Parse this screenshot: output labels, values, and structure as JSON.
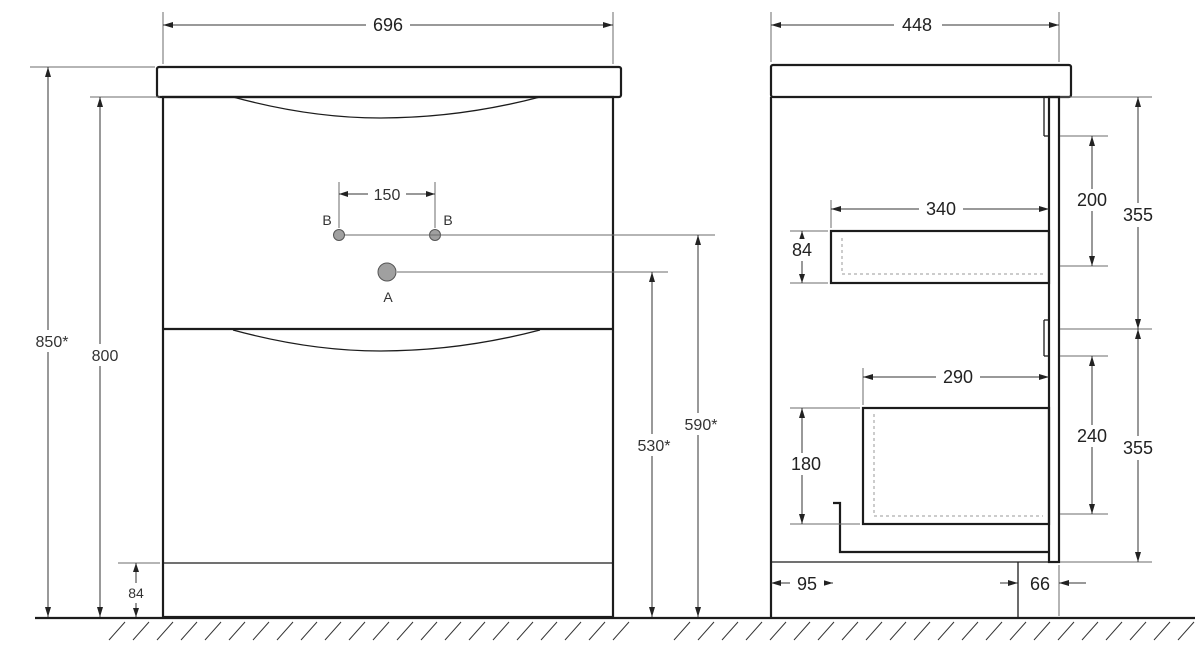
{
  "front_view": {
    "width_label": "696",
    "overall_height_label": "850*",
    "cabinet_height_label": "800",
    "plinth_height_label": "84",
    "drain_height_label": "530*",
    "water_height_label": "590*",
    "water_spacing_label": "150",
    "water_point_left_label": "B",
    "water_point_right_label": "B",
    "drain_point_label": "A"
  },
  "side_view": {
    "depth_label": "448",
    "upper_drawer_opening_label": "200",
    "upper_section_label": "355",
    "upper_drawer_depth_label": "340",
    "upper_drawer_height_label": "84",
    "lower_drawer_depth_label": "290",
    "lower_drawer_height_label": "180",
    "lower_drawer_opening_label": "240",
    "lower_section_label": "355",
    "plinth_front_offset_label": "95",
    "plinth_back_offset_label": "66"
  }
}
